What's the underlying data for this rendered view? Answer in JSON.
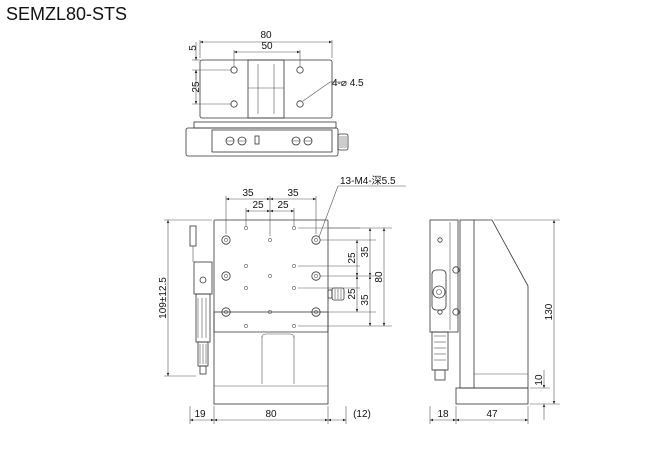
{
  "title": "SEMZL80-STS",
  "top_view": {
    "dims": {
      "width_80": "80",
      "width_50": "50",
      "offset_5": "5",
      "height_25": "25",
      "holes": "4-⌀ 4.5"
    }
  },
  "front_view": {
    "dims": {
      "d35_left": "35",
      "d35_right": "35",
      "d25_left": "25",
      "d25_right": "25",
      "thread": "13-M4-深5.5",
      "r25_top": "25",
      "r35_top": "35",
      "r80": "80",
      "r25_bottom": "25",
      "r35_bottom": "35",
      "height_total": "109±12.5",
      "bottom_19": "19",
      "bottom_80": "80",
      "bottom_12": "(12)"
    }
  },
  "side_view": {
    "dims": {
      "height_130": "130",
      "height_10": "10",
      "bottom_18": "18",
      "bottom_47": "47"
    }
  }
}
